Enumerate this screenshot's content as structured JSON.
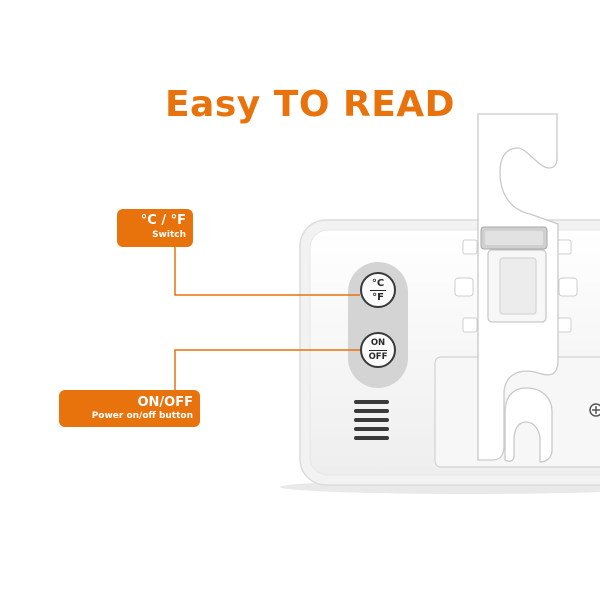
{
  "headline": {
    "text": "Easy TO READ",
    "color": "#e8720c"
  },
  "callouts": {
    "unit_switch": {
      "title": "°C / °F",
      "subtitle": "Switch"
    },
    "power_button": {
      "title": "ON/OFF",
      "subtitle": "Power on/off button"
    }
  },
  "buttons": {
    "unit": {
      "top": "°C",
      "bottom": "°F"
    },
    "power": {
      "top": "ON",
      "bottom": "OFF"
    }
  },
  "colors": {
    "accent": "#e8720c",
    "device_body": "#ffffff",
    "device_shadow": "#d9d9d9",
    "button_panel": "#d6d6d6"
  },
  "icons": {
    "speaker": "speaker-grille-icon",
    "screw": "screw-icon"
  }
}
